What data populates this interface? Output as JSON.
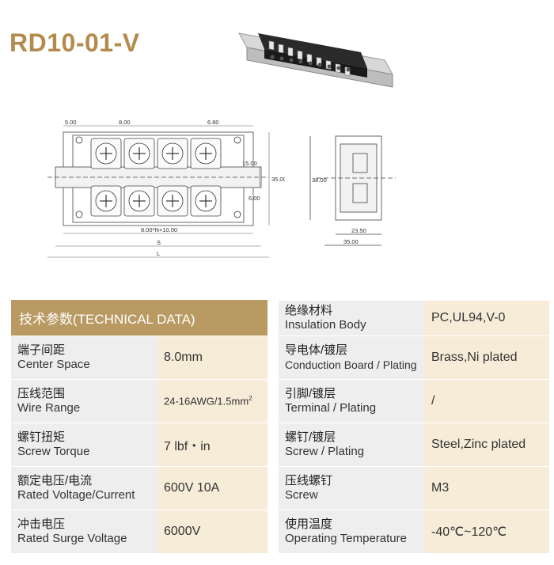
{
  "product": {
    "title": "RD10-01-V"
  },
  "drawing": {
    "top_dims": [
      "5.00",
      "8.00",
      "6.80"
    ],
    "right_dims": [
      "15.00",
      "6.00",
      "35.00"
    ],
    "bottom_formula": "8.00*N+10.00",
    "bottom_s": "S",
    "bottom_l": "L",
    "side_left": "38.00",
    "side_bottom1": "23.50",
    "side_bottom2": "35.00"
  },
  "table": {
    "header": "技术参数(TECHNICAL DATA)",
    "left_rows": [
      {
        "cn": "端子间距",
        "en": "Center Space",
        "value": "8.0mm"
      },
      {
        "cn": "压线范围",
        "en": "Wire Range",
        "value": "24-16AWG/1.5mm",
        "sup": "2"
      },
      {
        "cn": "螺钉扭矩",
        "en": "Screw Torque",
        "value": "7 lbf・in"
      },
      {
        "cn": "额定电压/电流",
        "en": "Rated Voltage/Current",
        "value": "600V 10A"
      },
      {
        "cn": "冲击电压",
        "en": "Rated Surge Voltage",
        "value": "6000V"
      }
    ],
    "right_rows": [
      {
        "cn": "绝缘材料",
        "en": "Insulation Body",
        "value": "PC,UL94,V-0"
      },
      {
        "cn": "导电体/镀层",
        "en": "Conduction Board / Plating",
        "value": "Brass,Ni plated"
      },
      {
        "cn": "引脚/镀层",
        "en": "Terminal / Plating",
        "value": "/"
      },
      {
        "cn": "螺钉/镀层",
        "en": "Screw / Plating",
        "value": "Steel,Zinc plated"
      },
      {
        "cn": "压线螺钉",
        "en": "Screw",
        "value": "M3"
      },
      {
        "cn": "使用温度",
        "en": "Operating Temperature",
        "value": "-40℃~120℃"
      }
    ]
  }
}
